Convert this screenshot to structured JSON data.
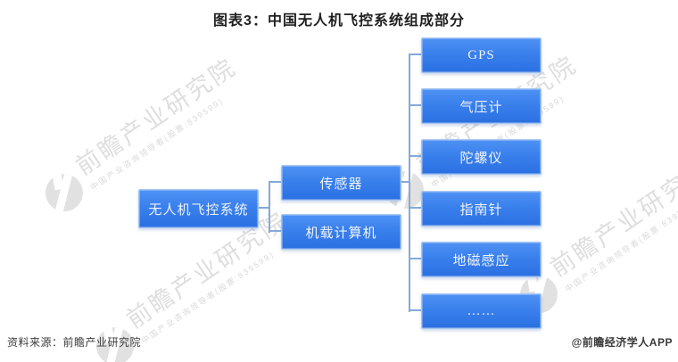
{
  "title": "图表3：中国无人机飞控系统组成部分",
  "diagram": {
    "root": {
      "label": "无人机飞控系统"
    },
    "branches": [
      {
        "label": "传感器",
        "children": [
          "GPS",
          "气压计",
          "陀螺仪",
          "指南针",
          "地磁感应",
          "……"
        ]
      },
      {
        "label": "机载计算机",
        "children": []
      }
    ]
  },
  "watermark": {
    "logo_icon": "qianzhan-logo",
    "main": "前瞻产业研究院",
    "sub": "中国产业咨询领导者(股票:839599)"
  },
  "footer": {
    "source": "资料来源：前瞻产业研究院",
    "brand": "@前瞻经济学人APP"
  },
  "colors": {
    "box_gradient_top": "#4f92f4",
    "box_gradient_bottom": "#2b70e2",
    "box_border": "#a7c6f0",
    "box_text": "#eef3fc",
    "connector": "#85a9d9",
    "title_text": "#1f1f1f",
    "footer_text": "#3d3d3d",
    "watermark_gray": "#d6d6d6",
    "background": "#ffffff"
  }
}
